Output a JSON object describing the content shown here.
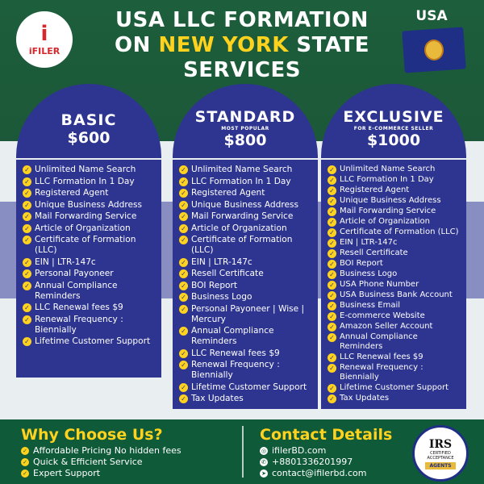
{
  "header": {
    "logo_mark": "i",
    "logo_text": "iFILER",
    "title_line1": "USA LLC FORMATION",
    "title_on": "ON ",
    "title_highlight": "NEW YORK",
    "title_state": " STATE",
    "title_line3": "SERVICES",
    "country": "USA"
  },
  "plans": [
    {
      "name": "BASIC",
      "subtitle": "",
      "price": "$600",
      "features": [
        "Unlimited Name Search",
        "LLC Formation In 1 Day",
        "Registered Agent",
        "Unique Business Address",
        "Mail Forwarding Service",
        "Article of Organization",
        "Certificate of Formation (LLC)",
        "EIN | LTR-147c",
        "Personal Payoneer",
        "Annual Compliance Reminders",
        "LLC Renewal fees $9",
        "Renewal Frequency : Biennially",
        "Lifetime Customer Support"
      ]
    },
    {
      "name": "STANDARD",
      "subtitle": "MOST POPULAR",
      "price": "$800",
      "features": [
        "Unlimited Name Search",
        "LLC Formation In 1 Day",
        "Registered Agent",
        "Unique Business Address",
        "Mail Forwarding Service",
        "Article of Organization",
        "Certificate of Formation (LLC)",
        "EIN | LTR-147c",
        "Resell Certificate",
        "BOI Report",
        "Business Logo",
        "Personal Payoneer | Wise | Mercury",
        "Annual Compliance Reminders",
        "LLC Renewal fees $9",
        "Renewal Frequency : Biennially",
        "Lifetime Customer Support",
        "Tax Updates"
      ]
    },
    {
      "name": "EXCLUSIVE",
      "subtitle": "FOR E-COMMERCE SELLER",
      "price": "$1000",
      "features": [
        "Unlimited Name Search",
        "LLC Formation In 1 Day",
        "Registered Agent",
        "Unique Business Address",
        "Mail Forwarding Service",
        "Article of Organization",
        "Certificate of Formation (LLC)",
        "EIN | LTR-147c",
        "Resell Certificate",
        "BOI Report",
        "Business Logo",
        "USA Phone Number",
        "USA Business Bank Account",
        "Business Email",
        "E-commerce Website",
        "Amazon Seller Account",
        "Annual Compliance Reminders",
        "LLC Renewal fees $9",
        "Renewal Frequency : Biennially",
        "Lifetime Customer Support",
        "Tax Updates"
      ]
    }
  ],
  "why": {
    "title": "Why Choose Us?",
    "items": [
      "Affordable Pricing No hidden fees",
      "Quick & Efficient Service",
      "Expert Support"
    ]
  },
  "contact": {
    "title": "Contact Details",
    "items": [
      {
        "icon": "globe-icon",
        "text": "ifilerBD.com"
      },
      {
        "icon": "whatsapp-icon",
        "text": "+8801336201997"
      },
      {
        "icon": "telegram-icon",
        "text": "contact@ifilerbd.com"
      }
    ]
  },
  "irs": {
    "logo": "IRS",
    "certified": "CERTIFIED",
    "acceptance": "ACCEPTANCE",
    "agents": "AGENTS"
  },
  "colors": {
    "green": "#1d5e3c",
    "navy": "#2e3591",
    "yellow": "#ffd21e"
  }
}
